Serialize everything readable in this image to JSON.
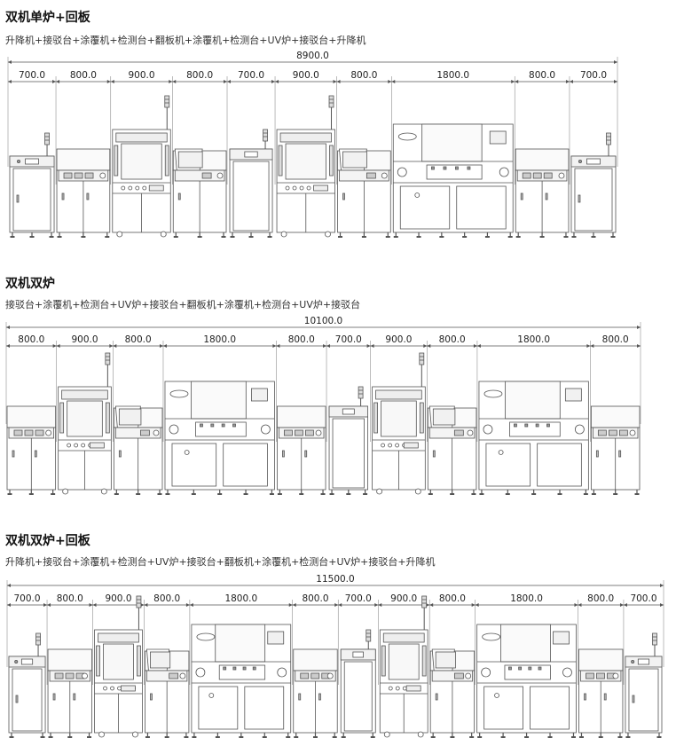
{
  "sections": [
    {
      "title": "双机单炉+回板",
      "subtitle": "升降机+接驳台+涂覆机+检测台+翻板机+涂覆机+检测台+UV炉+接驳台+升降机",
      "total": "8900.0",
      "segments": [
        {
          "label": "700.0",
          "kind": "lift"
        },
        {
          "label": "800.0",
          "kind": "conveyor"
        },
        {
          "label": "900.0",
          "kind": "coater"
        },
        {
          "label": "800.0",
          "kind": "inspect"
        },
        {
          "label": "700.0",
          "kind": "flipper"
        },
        {
          "label": "900.0",
          "kind": "coater"
        },
        {
          "label": "800.0",
          "kind": "inspect"
        },
        {
          "label": "1800.0",
          "kind": "uv"
        },
        {
          "label": "800.0",
          "kind": "conveyor"
        },
        {
          "label": "700.0",
          "kind": "lift"
        }
      ]
    },
    {
      "title": "双机双炉",
      "subtitle": "接驳台+涂覆机+检测台+UV炉+接驳台+翻板机+涂覆机+检测台+UV炉+接驳台",
      "total": "10100.0",
      "segments": [
        {
          "label": "800.0",
          "kind": "conveyor"
        },
        {
          "label": "900.0",
          "kind": "coater"
        },
        {
          "label": "800.0",
          "kind": "inspect"
        },
        {
          "label": "1800.0",
          "kind": "uv"
        },
        {
          "label": "800.0",
          "kind": "conveyor"
        },
        {
          "label": "700.0",
          "kind": "flipper"
        },
        {
          "label": "900.0",
          "kind": "coater"
        },
        {
          "label": "800.0",
          "kind": "inspect"
        },
        {
          "label": "1800.0",
          "kind": "uv"
        },
        {
          "label": "800.0",
          "kind": "conveyor"
        }
      ]
    },
    {
      "title": "双机双炉+回板",
      "subtitle": "升降机+接驳台+涂覆机+检测台+UV炉+接驳台+翻板机+涂覆机+检测台+UV炉+接驳台+升降机",
      "total": "11500.0",
      "segments": [
        {
          "label": "700.0",
          "kind": "lift"
        },
        {
          "label": "800.0",
          "kind": "conveyor"
        },
        {
          "label": "900.0",
          "kind": "coater"
        },
        {
          "label": "800.0",
          "kind": "inspect"
        },
        {
          "label": "1800.0",
          "kind": "uv"
        },
        {
          "label": "800.0",
          "kind": "conveyor"
        },
        {
          "label": "700.0",
          "kind": "flipper"
        },
        {
          "label": "900.0",
          "kind": "coater"
        },
        {
          "label": "800.0",
          "kind": "inspect"
        },
        {
          "label": "1800.0",
          "kind": "uv"
        },
        {
          "label": "800.0",
          "kind": "conveyor"
        },
        {
          "label": "700.0",
          "kind": "lift"
        }
      ]
    }
  ]
}
